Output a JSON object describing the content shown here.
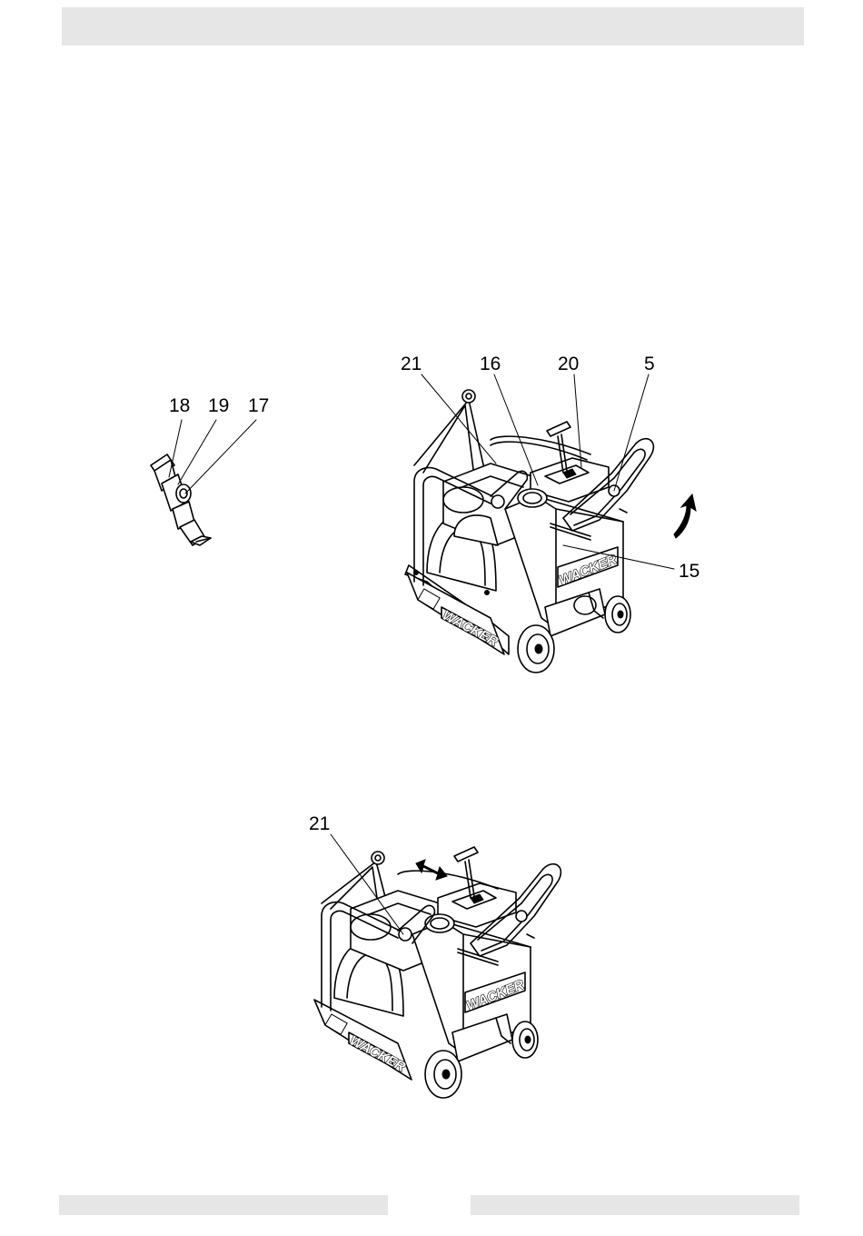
{
  "figure_top": {
    "detail_callouts": [
      "18",
      "19",
      "17"
    ],
    "machine_callouts": [
      "21",
      "16",
      "20",
      "5",
      "15"
    ],
    "brand_front": "WACKER",
    "brand_base": "WACKER"
  },
  "figure_bottom": {
    "machine_callouts": [
      "21"
    ],
    "brand_front": "WACKER",
    "brand_base": "WACKER"
  }
}
